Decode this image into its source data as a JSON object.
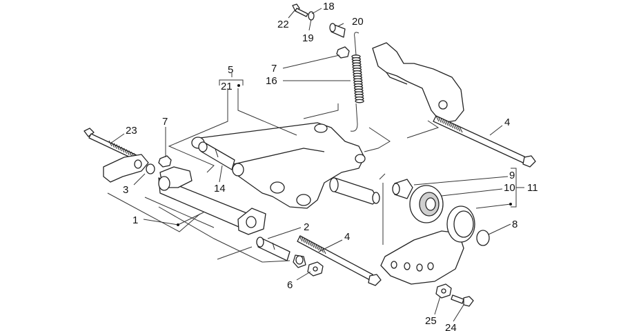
{
  "diagram": {
    "callouts": [
      {
        "id": "c1",
        "text": "1"
      },
      {
        "id": "c2",
        "text": "2"
      },
      {
        "id": "c3",
        "text": "3"
      },
      {
        "id": "c4a",
        "text": "4"
      },
      {
        "id": "c4b",
        "text": "4"
      },
      {
        "id": "c5",
        "text": "5"
      },
      {
        "id": "c6",
        "text": "6"
      },
      {
        "id": "c7a",
        "text": "7"
      },
      {
        "id": "c7b",
        "text": "7"
      },
      {
        "id": "c8",
        "text": "8"
      },
      {
        "id": "c9",
        "text": "9"
      },
      {
        "id": "c10",
        "text": "10"
      },
      {
        "id": "c11",
        "text": "11"
      },
      {
        "id": "c14",
        "text": "14"
      },
      {
        "id": "c16",
        "text": "16"
      },
      {
        "id": "c18",
        "text": "18"
      },
      {
        "id": "c19",
        "text": "19"
      },
      {
        "id": "c20",
        "text": "20"
      },
      {
        "id": "c21",
        "text": "21"
      },
      {
        "id": "c22",
        "text": "22"
      },
      {
        "id": "c23",
        "text": "23"
      },
      {
        "id": "c24",
        "text": "24"
      },
      {
        "id": "c25",
        "text": "25"
      }
    ],
    "colors": {
      "line": "#222222",
      "background": "#ffffff",
      "bearing-fill": "#cfcfcf"
    }
  }
}
